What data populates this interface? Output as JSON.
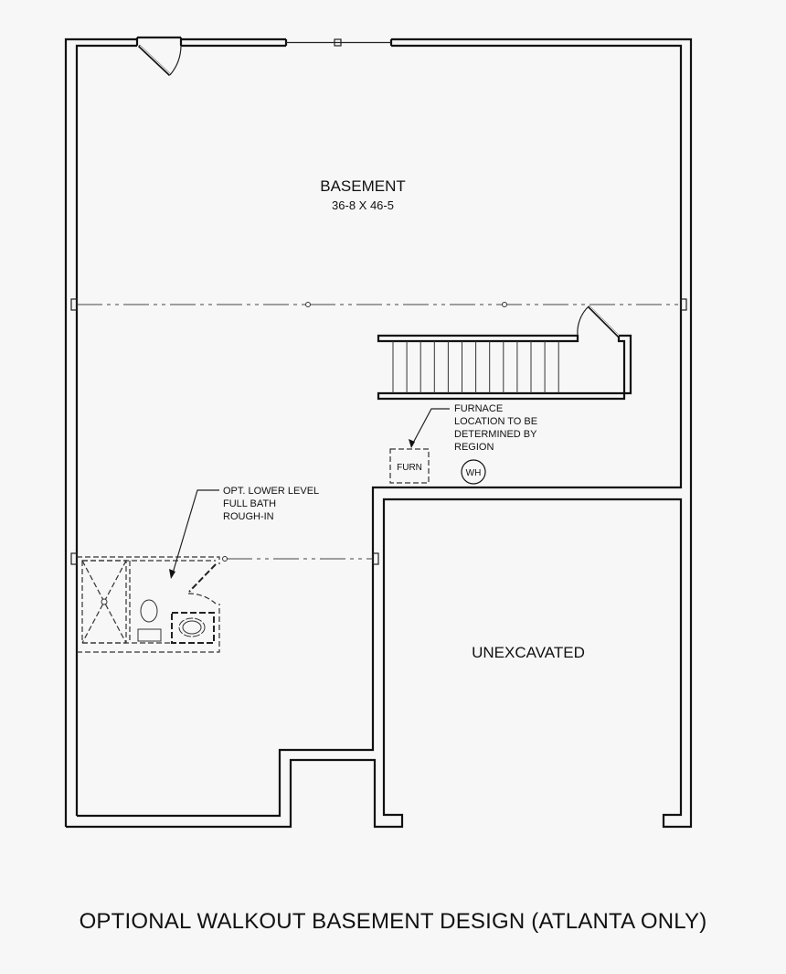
{
  "plan": {
    "rooms": {
      "basement": {
        "name": "BASEMENT",
        "dimensions": "36-8 X 46-5"
      },
      "unexcavated": {
        "name": "UNEXCAVATED"
      }
    },
    "annotations": {
      "furnace_note": [
        "FURNACE",
        "LOCATION TO BE",
        "DETERMINED BY",
        "REGION"
      ],
      "bath_note": [
        "OPT. LOWER LEVEL",
        "FULL BATH",
        "ROUGH-IN"
      ]
    },
    "equipment": {
      "furnace_label": "FURN",
      "water_heater_label": "WH"
    },
    "stairs": {
      "tread_count": 13
    }
  },
  "caption": "OPTIONAL WALKOUT BASEMENT DESIGN (ATLANTA ONLY)",
  "colors": {
    "background": "#f7f7f7",
    "ink": "#111111"
  }
}
